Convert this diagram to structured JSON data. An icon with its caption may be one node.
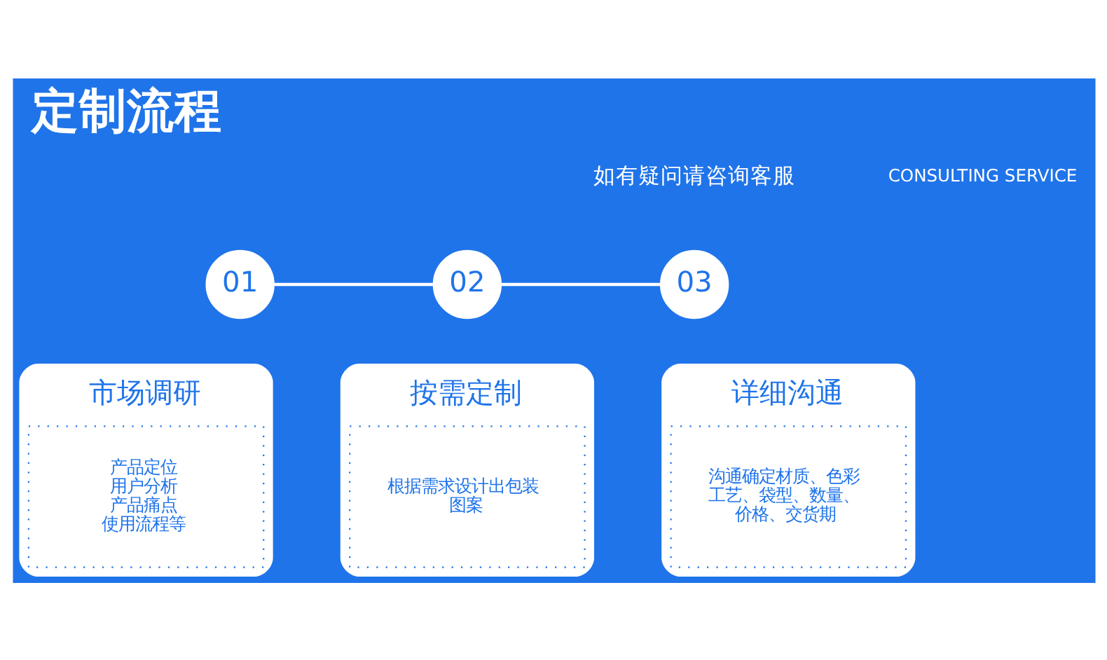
{
  "diagram": {
    "title": "定制流程",
    "nodes": [
      {
        "text": [
          "01"
        ]
      },
      {
        "text": [
          "市场调研",
          "产品定位",
          "用户分析",
          "产品痛点",
          "使用流程等"
        ]
      },
      {
        "text": [
          "02"
        ]
      },
      {
        "text": [
          "按需定制",
          "根据需求设计出包装图案"
        ]
      },
      {
        "text": [
          "03"
        ]
      },
      {
        "text": [
          "详细沟通",
          "沟通确定材质、色彩工艺、袋型、数量、价格、交货期"
        ]
      }
    ],
    "edges": [
      {
        "from": 0,
        "to": 2,
        "arrow": "none",
        "color": "#ffffff"
      },
      {
        "from": 2,
        "to": 4,
        "arrow": "none",
        "color": "#ffffff"
      }
    ],
    "labels": [
      "CONSULTING SERVICE",
      "如有疑问请咨询客服"
    ]
  }
}
